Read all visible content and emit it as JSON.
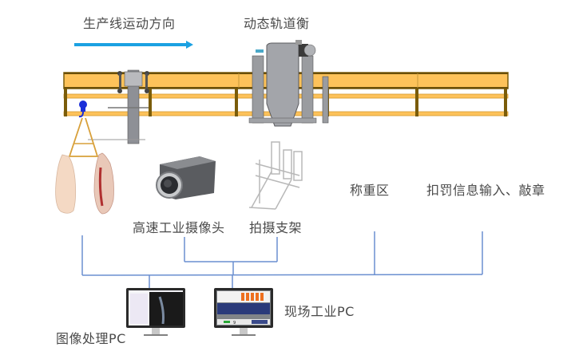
{
  "labels": {
    "direction": "生产线运动方向",
    "dynamic_scale": "动态轨道衡",
    "camera": "高速工业摄像头",
    "camera_mount": "拍摄支架",
    "weighing_zone": "称重区",
    "penalty_stamp": "扣罚信息输入、敲章",
    "site_pc": "现场工业PC",
    "image_pc": "图像处理PC"
  },
  "colors": {
    "rail_fill": "#fdc25a",
    "rail_dark": "#7a5c0a",
    "arrow": "#1ba1e2",
    "connector": "#6a8fd0",
    "hook": "#1a2ed8",
    "machine_gray": "#a0a0a4"
  },
  "site_pc_screen": {
    "display_value": "9"
  }
}
